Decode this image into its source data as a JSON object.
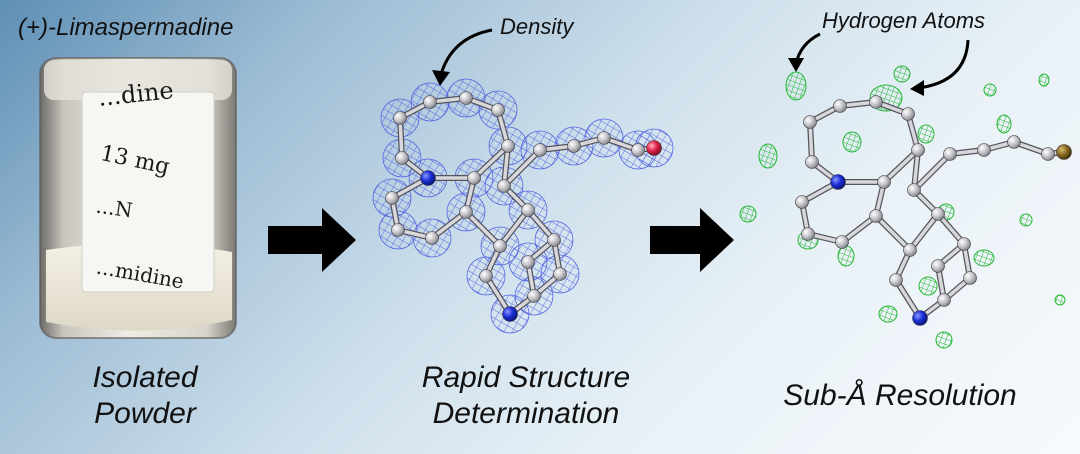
{
  "panels": {
    "powder": {
      "title": "(+)-Limaspermadine",
      "caption_line1": "Isolated",
      "caption_line2": "Powder",
      "vial_writing": {
        "line1": "...dine",
        "line2": "13 mg",
        "line3": "...N",
        "line4": "...midine"
      }
    },
    "density": {
      "annotation": "Density",
      "caption_line1": "Rapid Structure",
      "caption_line2": "Determination"
    },
    "hydrogen": {
      "annotation": "Hydrogen Atoms",
      "caption": "Sub-Å Resolution"
    }
  },
  "colors": {
    "carbon": "#c8c8cc",
    "nitrogen": "#1a2fd6",
    "oxygen": "#e0204a",
    "mesh_blue": "#4a5ce0",
    "mesh_green": "#22c032",
    "arrow": "#000000"
  }
}
